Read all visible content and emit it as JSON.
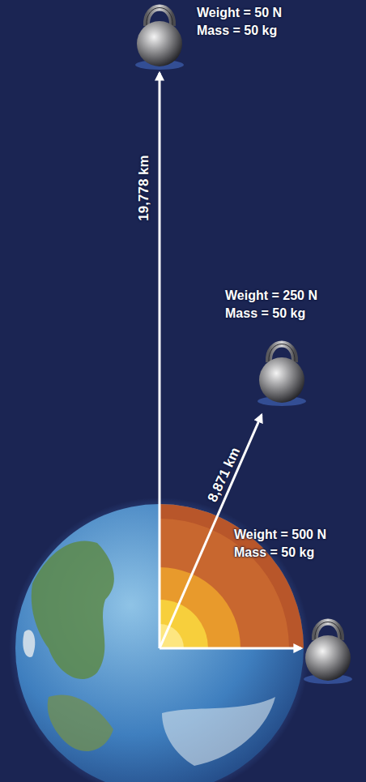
{
  "diagram": {
    "labels": [
      "Weight = 50 N",
      "Mass = 50 kg",
      "19,778 km",
      "Weight = 250 N",
      "Mass = 50 kg",
      "8,871 km",
      "Weight = 500 N",
      "Mass = 50 kg"
    ]
  }
}
